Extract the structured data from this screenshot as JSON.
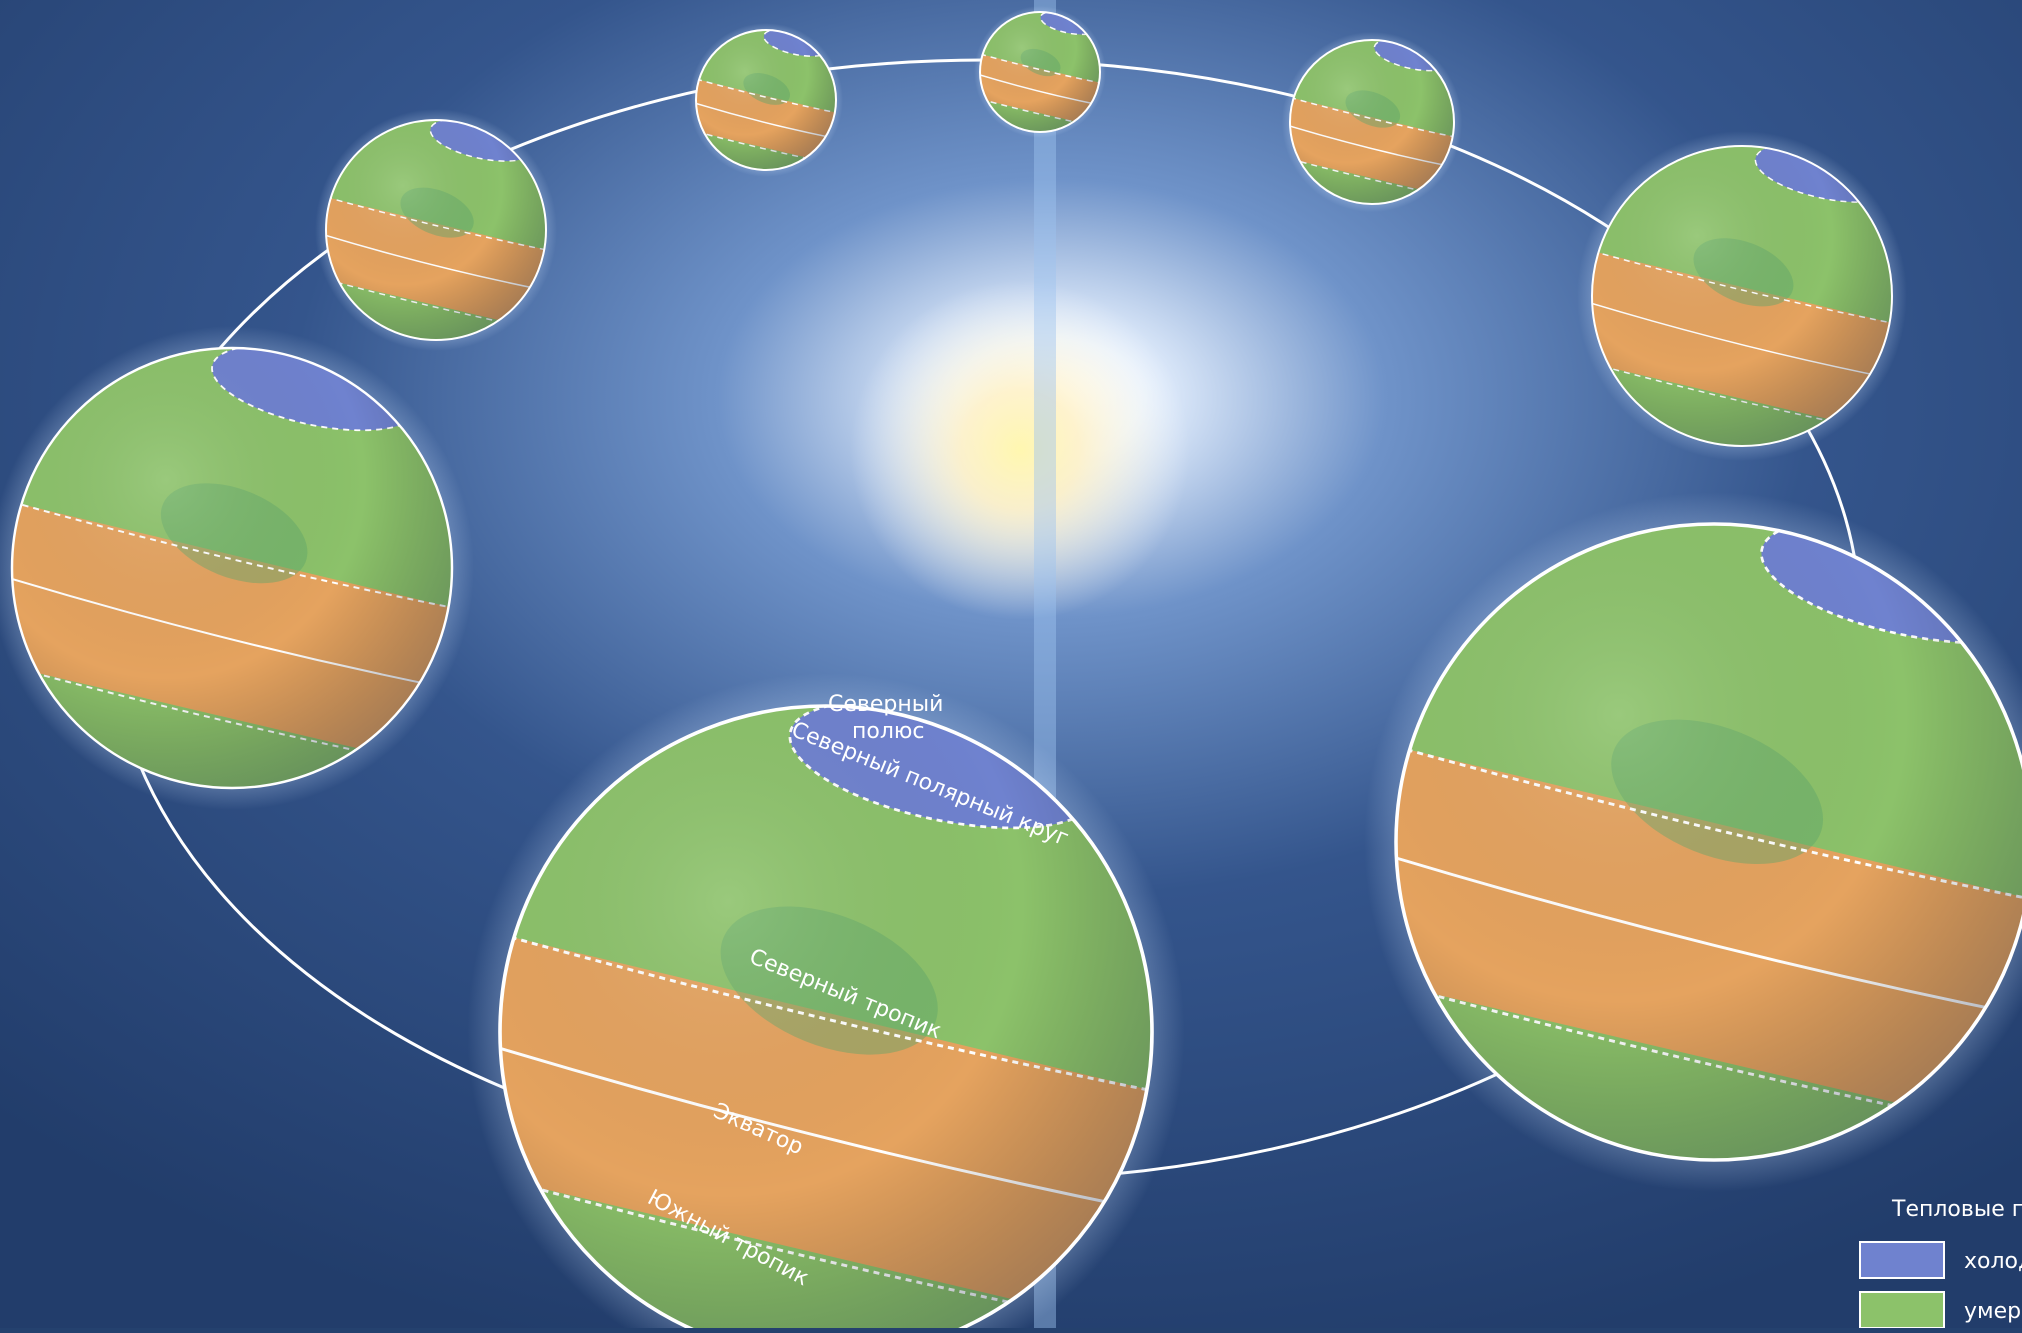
{
  "scene": {
    "colors": {
      "space": "#24416e",
      "cold": "#6f82cf",
      "temperate": "#8cc26a",
      "hot": "#e5a35f",
      "orbit": "#ffffff",
      "sun": "#fff6c8"
    },
    "labels": {
      "north_pole": [
        "Северный",
        "полюс"
      ],
      "arctic_circle": "Северный полярный круг",
      "tropic_north": "Северный тропик",
      "equator": "Экватор",
      "tropic_south": "Южный тропик"
    },
    "globes_count": 8
  },
  "legend": {
    "title": "Тепловые п",
    "items": [
      {
        "label": "холод",
        "color": "#6f82cf"
      },
      {
        "label": "умере",
        "color": "#8cc26a"
      }
    ]
  }
}
